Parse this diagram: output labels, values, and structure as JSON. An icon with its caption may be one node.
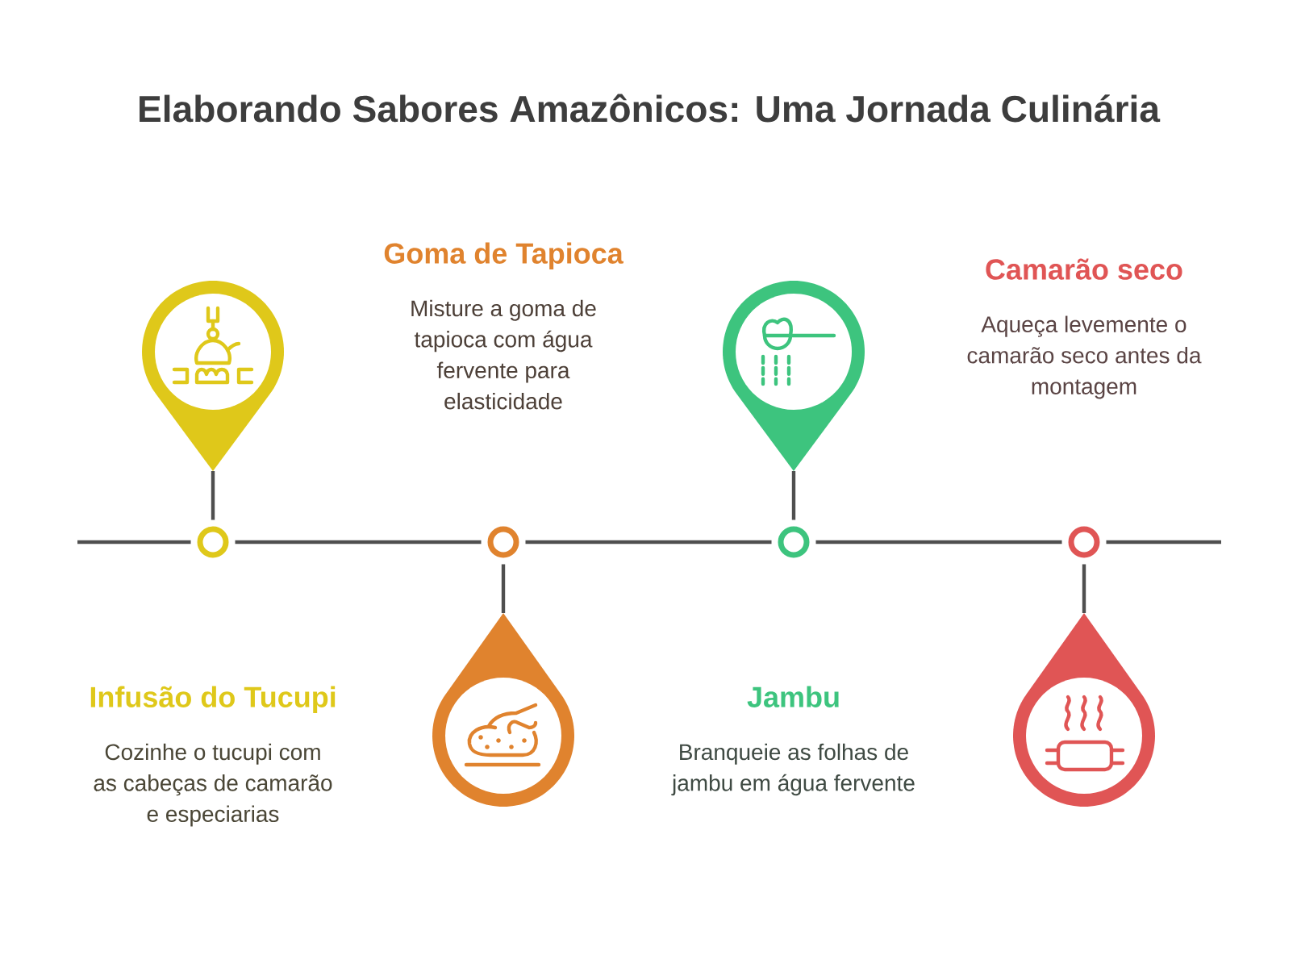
{
  "diagram": {
    "title": "Elaborando Sabores Amazônicos: Uma Jornada Culinária",
    "nodes": [
      {
        "text": [],
        "shape": "pin"
      },
      {
        "text": [],
        "shape": "circle",
        "beside": [
          "Infusão do Tucupi",
          "Cozinhe o tucupi com as cabeças de camarão e especiarias"
        ]
      },
      {
        "text": [],
        "shape": "pin"
      },
      {
        "text": [],
        "shape": "circle",
        "beside": [
          "Goma de Tapioca",
          "Misture a goma de tapioca com água fervente para elasticidade"
        ]
      },
      {
        "text": [],
        "shape": "pin"
      },
      {
        "text": [],
        "shape": "circle",
        "beside": [
          "Jambu",
          "Branqueie as folhas de jambu em água fervente"
        ]
      },
      {
        "text": [],
        "shape": "pin"
      },
      {
        "text": [],
        "shape": "circle",
        "beside": [
          "Camarão seco",
          "Aqueça levemente o camarão seco antes da montagem"
        ]
      }
    ],
    "edges": [
      {
        "from": null,
        "to": 1,
        "arrow": "none"
      },
      {
        "from": 1,
        "to": 3,
        "arrow": "none"
      },
      {
        "from": 3,
        "to": 5,
        "arrow": "none"
      },
      {
        "from": 5,
        "to": 7,
        "arrow": "none"
      },
      {
        "from": 7,
        "to": null,
        "arrow": "none"
      },
      {
        "from": 1,
        "to": 0,
        "arrow": "none"
      },
      {
        "from": 3,
        "to": 2,
        "arrow": "none"
      },
      {
        "from": 5,
        "to": 4,
        "arrow": "none"
      },
      {
        "from": 7,
        "to": 6,
        "arrow": "none"
      }
    ]
  }
}
